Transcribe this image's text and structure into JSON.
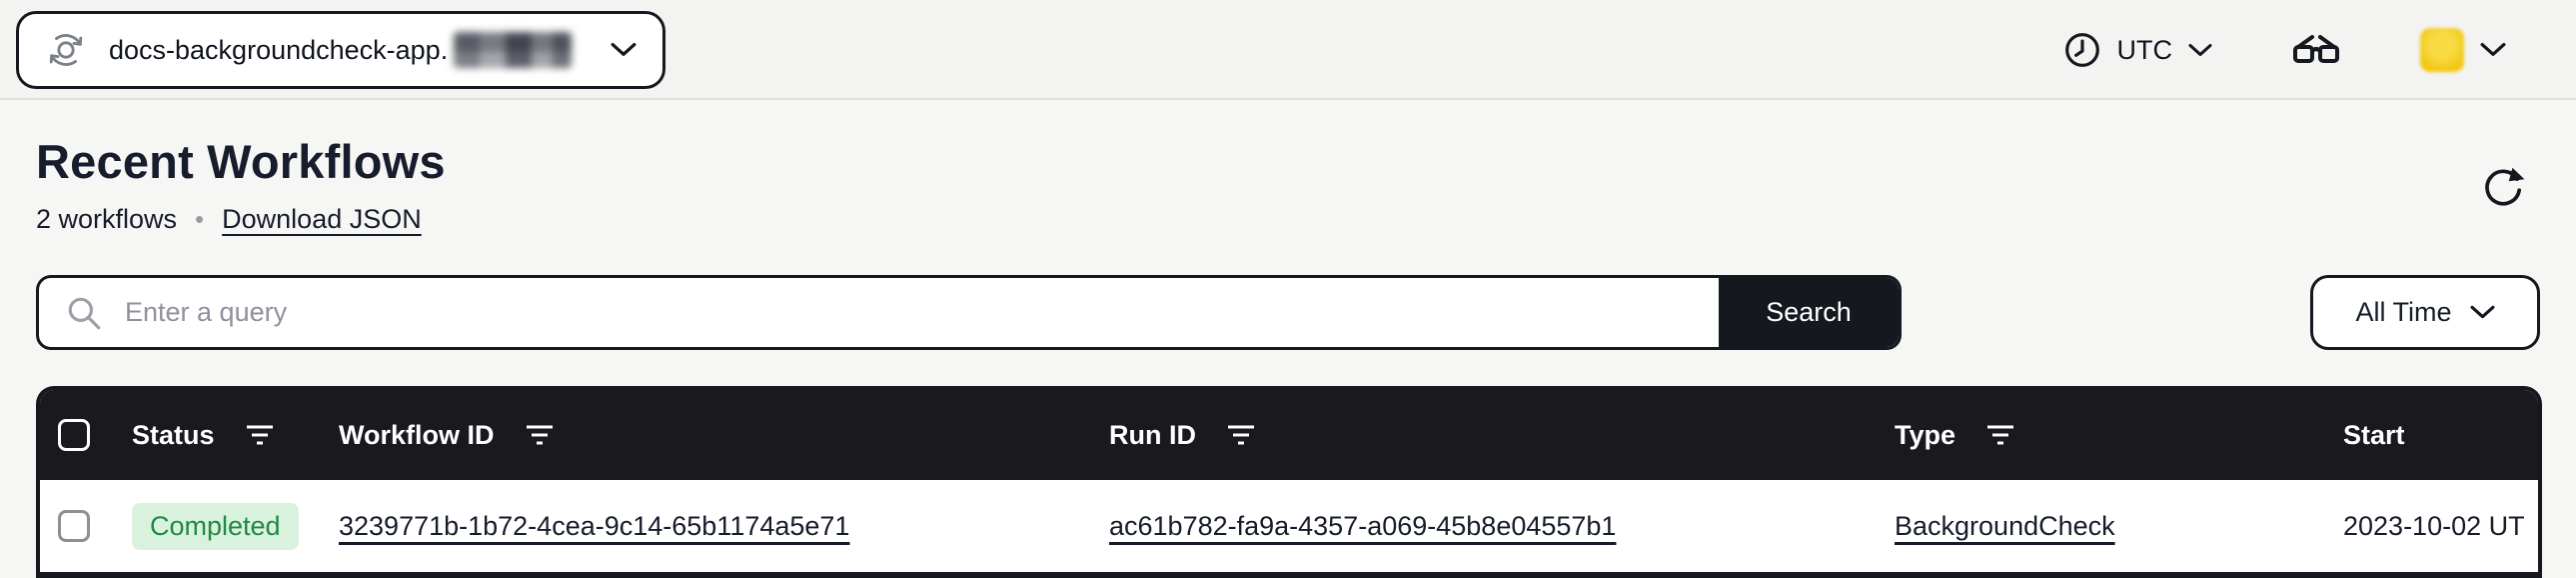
{
  "nav": {
    "namespace_label": "docs-backgroundcheck-app.",
    "namespace_suffix_redacted": true,
    "timezone": "UTC"
  },
  "page": {
    "title": "Recent Workflows",
    "count_label": "2 workflows",
    "separator": "•",
    "download_link": "Download JSON"
  },
  "search": {
    "placeholder": "Enter a query",
    "value": "",
    "button": "Search",
    "time_filter": "All Time"
  },
  "table": {
    "columns": [
      {
        "label": "Status",
        "filter": true
      },
      {
        "label": "Workflow ID",
        "filter": true
      },
      {
        "label": "Run ID",
        "filter": true
      },
      {
        "label": "Type",
        "filter": true
      },
      {
        "label": "Start",
        "filter": false
      }
    ],
    "rows": [
      {
        "status": "Completed",
        "workflow_id": "3239771b-1b72-4cea-9c14-65b1174a5e71",
        "run_id": "ac61b782-fa9a-4357-a069-45b8e04557b1",
        "type": "BackgroundCheck",
        "start": "2023-10-02 UT"
      }
    ]
  },
  "icons": {
    "namespace": "cycle-icon",
    "timezone": "clock-icon",
    "labs": "glasses-icon",
    "refresh": "refresh-icon",
    "search": "search-icon",
    "filter": "filter-lines-icon",
    "dropdown": "chevron-down-icon"
  },
  "colors": {
    "page_bg": "#f6f6f4",
    "nav_bg": "#f3f3f1",
    "ink": "#15181f",
    "header_bg": "#1a1a1e",
    "badge_bg": "#d9f2de",
    "badge_text": "#1f8a43",
    "avatar_yellow": "#f2c712"
  }
}
